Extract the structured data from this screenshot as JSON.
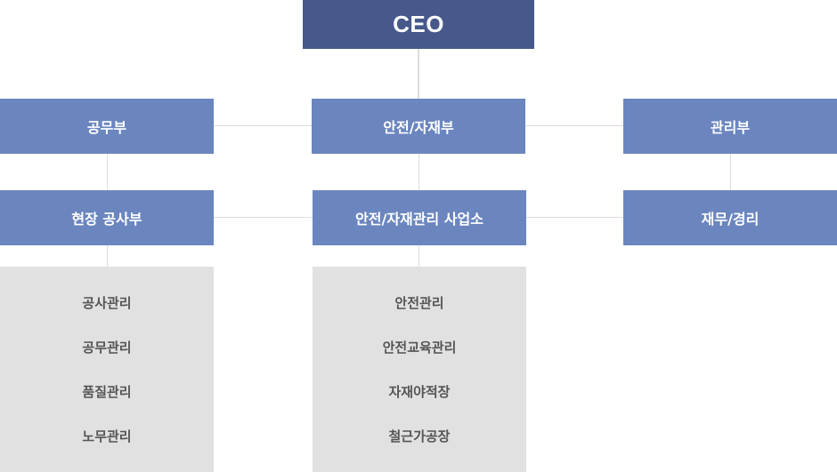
{
  "chart_title": "",
  "ceo": {
    "label": "CEO"
  },
  "level1": {
    "left": {
      "label": "공무부"
    },
    "center": {
      "label": "안전/자재부"
    },
    "right": {
      "label": "관리부"
    }
  },
  "level2": {
    "left": {
      "label": "현장 공사부"
    },
    "center": {
      "label": "안전/자재관리 사업소"
    },
    "right": {
      "label": "재무/경리"
    }
  },
  "panels": {
    "left": {
      "items": [
        "공사관리",
        "공무관리",
        "품질관리",
        "노무관리"
      ]
    },
    "center": {
      "items": [
        "안전관리",
        "안전교육관리",
        "자재야적장",
        "철근가공장"
      ]
    }
  },
  "colors": {
    "ceo": "#46598a",
    "department": "#6b86bf",
    "panel": "#e1e1e1",
    "connector": "#dcdcdc"
  }
}
